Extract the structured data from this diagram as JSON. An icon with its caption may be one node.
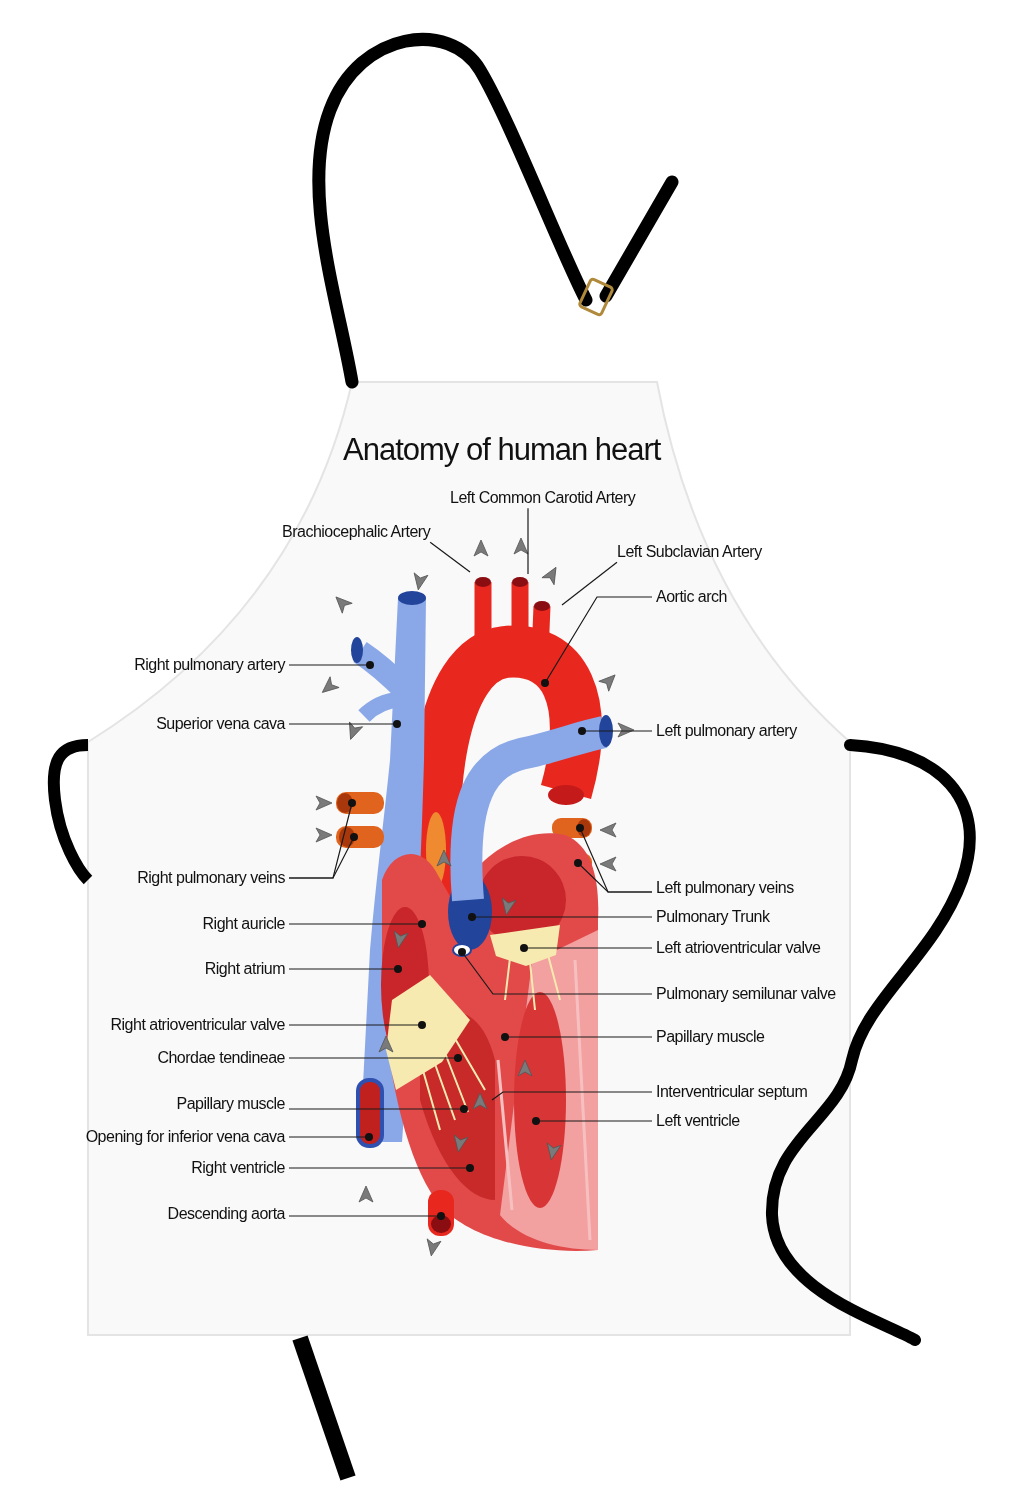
{
  "diagram": {
    "title": "Anatomy of human heart",
    "nodes": [
      {
        "text": [
          "Left Common Carotid Artery"
        ]
      },
      {
        "text": [
          "Brachiocephalic Artery"
        ]
      },
      {
        "text": [
          "Left Subclavian Artery"
        ]
      },
      {
        "text": [
          "Right pulmonary artery"
        ]
      },
      {
        "text": [
          "Superior vena cava"
        ]
      },
      {
        "text": [
          "Right pulmonary veins"
        ]
      },
      {
        "text": [
          "Right auricle"
        ]
      },
      {
        "text": [
          "Right atrium"
        ]
      },
      {
        "text": [
          "Right atrioventricular valve"
        ]
      },
      {
        "text": [
          "Chordae tendineae"
        ]
      },
      {
        "text": [
          "Papillary muscle"
        ]
      },
      {
        "text": [
          "Opening for inferior vena cava"
        ]
      },
      {
        "text": [
          "Right ventricle"
        ]
      },
      {
        "text": [
          "Descending aorta"
        ]
      },
      {
        "text": [
          "Aortic arch"
        ]
      },
      {
        "text": [
          "Left pulmonary artery"
        ]
      },
      {
        "text": [
          "Left pulmonary veins"
        ]
      },
      {
        "text": [
          "Pulmonary Trunk"
        ]
      },
      {
        "text": [
          "Left atrioventricular valve"
        ]
      },
      {
        "text": [
          "Pulmonary semilunar valve"
        ]
      },
      {
        "text": [
          "Papillary muscle"
        ]
      },
      {
        "text": [
          "Interventricular septum"
        ]
      },
      {
        "text": [
          "Left ventricle"
        ]
      }
    ],
    "edges": [
      {
        "from": 0,
        "to": null,
        "arrow": "none"
      },
      {
        "from": 1,
        "to": null,
        "arrow": "none"
      },
      {
        "from": 2,
        "to": null,
        "arrow": "none"
      },
      {
        "from": 3,
        "to": null,
        "arrow": "other"
      },
      {
        "from": 4,
        "to": null,
        "arrow": "other"
      },
      {
        "from": 5,
        "to": null,
        "arrow": "other"
      },
      {
        "from": 5,
        "to": null,
        "arrow": "other"
      },
      {
        "from": 6,
        "to": null,
        "arrow": "other"
      },
      {
        "from": 7,
        "to": null,
        "arrow": "other"
      },
      {
        "from": 8,
        "to": null,
        "arrow": "other"
      },
      {
        "from": 9,
        "to": null,
        "arrow": "other"
      },
      {
        "from": 10,
        "to": null,
        "arrow": "other"
      },
      {
        "from": 11,
        "to": null,
        "arrow": "other"
      },
      {
        "from": 12,
        "to": null,
        "arrow": "other"
      },
      {
        "from": 13,
        "to": null,
        "arrow": "other"
      },
      {
        "from": 14,
        "to": null,
        "arrow": "other"
      },
      {
        "from": 15,
        "to": null,
        "arrow": "other"
      },
      {
        "from": 16,
        "to": null,
        "arrow": "other"
      },
      {
        "from": 16,
        "to": null,
        "arrow": "other"
      },
      {
        "from": 17,
        "to": null,
        "arrow": "other"
      },
      {
        "from": 18,
        "to": null,
        "arrow": "other"
      },
      {
        "from": 19,
        "to": null,
        "arrow": "other"
      },
      {
        "from": 20,
        "to": null,
        "arrow": "other"
      },
      {
        "from": 21,
        "to": null,
        "arrow": "none"
      },
      {
        "from": 22,
        "to": null,
        "arrow": "other"
      }
    ]
  }
}
